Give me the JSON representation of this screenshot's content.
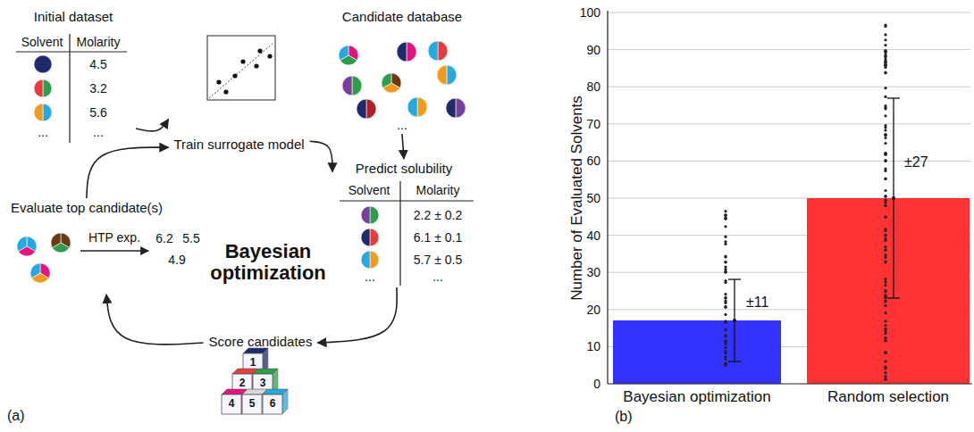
{
  "diagram": {
    "nodes": [
      {
        "text": [
          "Initial dataset"
        ]
      },
      {
        "text": [
          "Train surrogate model"
        ]
      },
      {
        "text": [
          "Candidate database"
        ]
      },
      {
        "text": [
          "Predict solubility"
        ]
      },
      {
        "text": [
          "Score candidates"
        ]
      },
      {
        "text": [
          "Evaluate top candidate(s)"
        ]
      }
    ],
    "edges": [
      {
        "from": 0,
        "to": 1,
        "arrow": "to"
      },
      {
        "from": 1,
        "to": 3,
        "arrow": "to"
      },
      {
        "from": 2,
        "to": 3,
        "arrow": "to"
      },
      {
        "from": 3,
        "to": 4,
        "arrow": "to"
      },
      {
        "from": 4,
        "to": 5,
        "arrow": "to"
      },
      {
        "from": 5,
        "to": 1,
        "arrow": "to"
      }
    ],
    "labels": [
      "Solvent",
      "Molarity",
      "4.5",
      "3.2",
      "5.6",
      "...",
      "...",
      "...",
      "Solvent",
      "Molarity",
      "2.2 ± 0.2",
      "6.1 ± 0.1",
      "5.7 ± 0.5",
      "...",
      "...",
      "HTP exp.",
      "6.2",
      "5.5",
      "4.9",
      "Bayesian optimization",
      "(a)",
      "1",
      "2",
      "3",
      "4",
      "5",
      "6",
      "(b)",
      "Number of Evaluated Solvents",
      "0",
      "10",
      "20",
      "30",
      "40",
      "50",
      "60",
      "70",
      "80",
      "90",
      "100",
      "±11",
      "±27",
      "Bayesian optimization",
      "Random selection"
    ]
  }
}
